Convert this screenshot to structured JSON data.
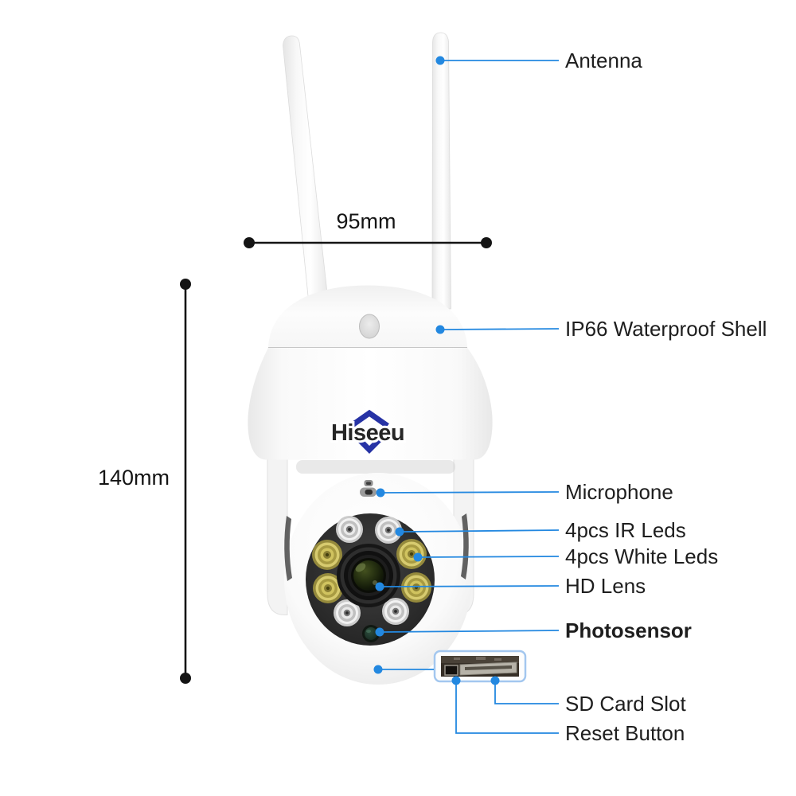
{
  "diagram": {
    "brand": {
      "logo_text": "Hiseeu"
    },
    "dimension_labels": {
      "width": "95mm",
      "height": "140mm"
    },
    "part_labels": {
      "antenna": "Antenna",
      "waterproof_shell": "IP66 Waterproof Shell",
      "microphone": "Microphone",
      "ir_leds": "4pcs IR Leds",
      "white_leds": "4pcs White Leds",
      "hd_lens": "HD Lens",
      "photosensor": "Photosensor",
      "sd_card_slot": "SD Card Slot",
      "reset_button": "Reset Button"
    },
    "colors": {
      "leader": "#2388e0",
      "dimension": "#141414",
      "label_text": "#1e1e1e",
      "logo_blue": "#2733a5",
      "logo_text": "#262626",
      "sd_box_border": "#a3c7ef"
    }
  }
}
